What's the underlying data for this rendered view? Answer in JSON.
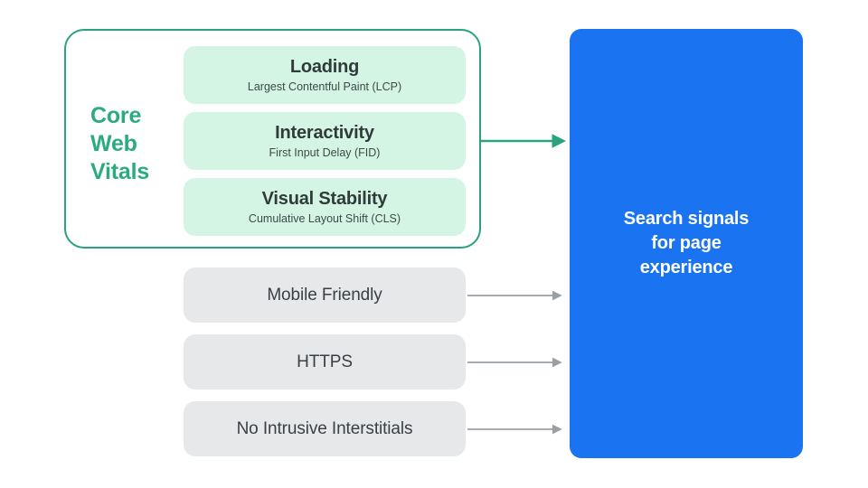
{
  "diagram": {
    "title": "Search signals for page experience",
    "colors": {
      "green_accent": "#2bab7e",
      "green_border": "#2aa181",
      "green_card_bg": "#d4f5e3",
      "gray_card_bg": "#e7e8ea",
      "blue_panel": "#1a73f0",
      "dark_text": "#2f3b3b",
      "gray_arrow": "#9aa0a6",
      "white": "#ffffff"
    },
    "core_web_vitals": {
      "label_lines": [
        "Core",
        "Web",
        "Vitals"
      ],
      "label_full": "Core Web Vitals",
      "metrics": [
        {
          "title": "Loading",
          "subtitle": "Largest Contentful Paint (LCP)"
        },
        {
          "title": "Interactivity",
          "subtitle": "First Input Delay (FID)"
        },
        {
          "title": "Visual Stability",
          "subtitle": "Cumulative Layout Shift (CLS)"
        }
      ]
    },
    "other_signals": [
      {
        "label": "Mobile Friendly"
      },
      {
        "label": "HTTPS"
      },
      {
        "label": "No Intrusive Interstitials"
      }
    ],
    "destination": {
      "text": "Search signals\nfor page\nexperience"
    },
    "arrows": [
      {
        "name": "core-web-vitals-arrow",
        "color": "#2aa181"
      },
      {
        "name": "mobile-friendly-arrow",
        "color": "#9aa0a6"
      },
      {
        "name": "https-arrow",
        "color": "#9aa0a6"
      },
      {
        "name": "no-intrusive-interstitials-arrow",
        "color": "#9aa0a6"
      }
    ]
  }
}
